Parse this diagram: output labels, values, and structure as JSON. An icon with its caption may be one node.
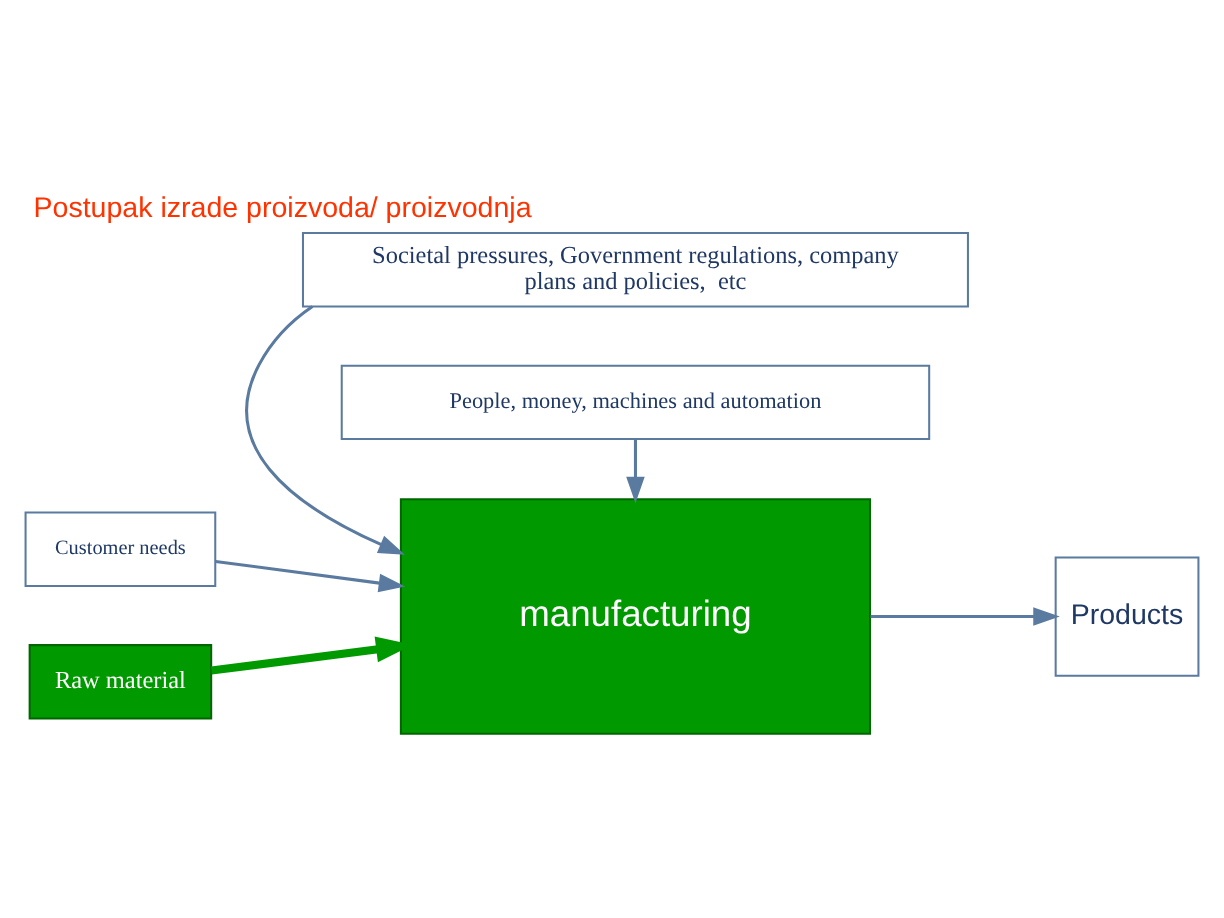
{
  "diagram": {
    "title": "Postupak izrade proizvoda/ proizvodnja",
    "nodes": [
      {
        "text": [
          "Societal pressures, Government regulations, company plans and policies,  etc"
        ]
      },
      {
        "text": [
          "Customer needs"
        ]
      },
      {
        "text": [
          "Raw material"
        ]
      },
      {
        "text": [
          "manufacturing"
        ]
      },
      {
        "text": [
          "Products"
        ]
      },
      {
        "text": [
          "People, money, machines and automation"
        ]
      }
    ],
    "edges": [
      {
        "from": 0,
        "to": 3,
        "arrow": "to"
      },
      {
        "from": 1,
        "to": 3,
        "arrow": "to"
      },
      {
        "from": 2,
        "to": 3,
        "arrow": "to",
        "style": "thick",
        "color": "#009900"
      },
      {
        "from": 3,
        "to": 4,
        "arrow": "to"
      },
      {
        "from": 5,
        "to": 3,
        "arrow": "to"
      }
    ]
  }
}
